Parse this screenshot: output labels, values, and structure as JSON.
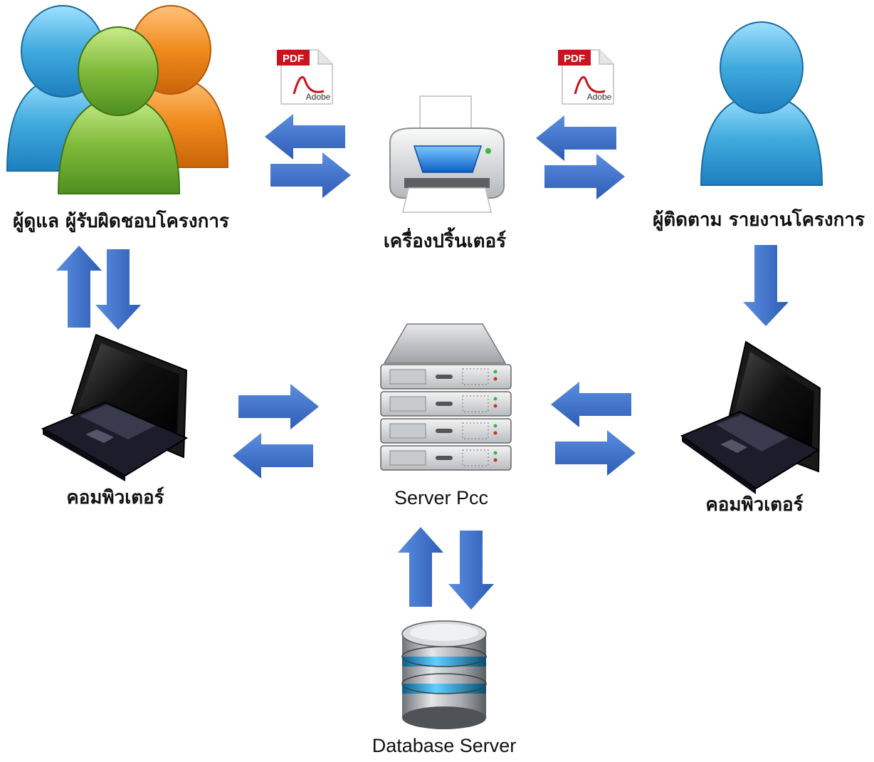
{
  "nodes": {
    "admins": {
      "label": "ผู้ดูแล ผู้รับผิดชอบโครงการ",
      "icon": "user-group-icon"
    },
    "printer": {
      "label": "เครื่องปริ้นเตอร์",
      "icon": "printer-icon"
    },
    "monitor": {
      "label": "ผู้ติดตาม รายงานโครงการ",
      "icon": "user-icon"
    },
    "left_computer": {
      "label": "คอมพิวเตอร์",
      "icon": "laptop-icon"
    },
    "server": {
      "label": "Server Pcc",
      "icon": "server-rack-icon"
    },
    "right_computer": {
      "label": "คอมพิวเตอร์",
      "icon": "laptop-icon"
    },
    "database": {
      "label": "Database Server",
      "icon": "database-icon"
    }
  },
  "documents": [
    {
      "format": "PDF",
      "brand": "Adobe",
      "icon": "pdf-file-icon"
    },
    {
      "format": "PDF",
      "brand": "Adobe",
      "icon": "pdf-file-icon"
    }
  ],
  "colors": {
    "arrow": "#3a6fc9",
    "arrow_dark": "#2d5db5",
    "pdf_red": "#c8141e",
    "user_blue": "#3fa9dd",
    "user_green": "#7fba3a",
    "user_orange": "#f08a1c",
    "screen_blue": "#1a7fe0"
  }
}
